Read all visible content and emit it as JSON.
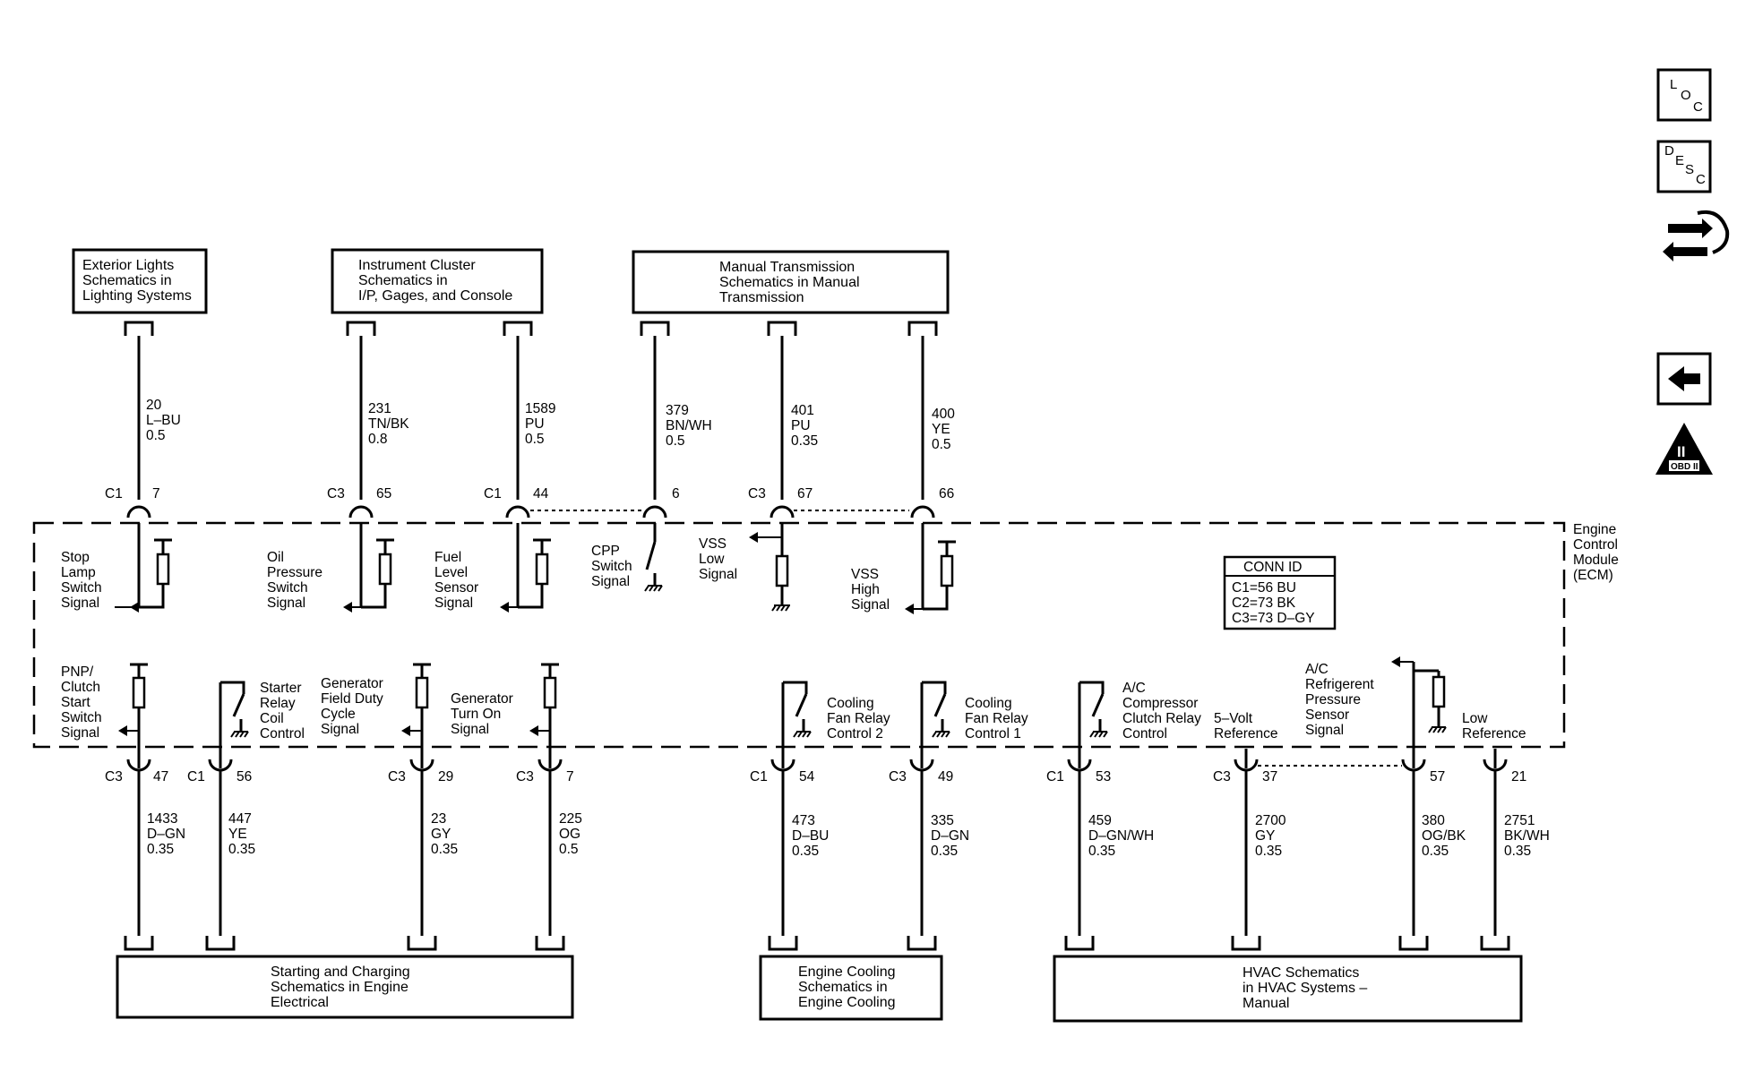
{
  "ext_lights_box": [
    "Exterior Lights",
    "Schematics in",
    "Lighting Systems"
  ],
  "instr_box": [
    "Instrument Cluster",
    "Schematics in",
    "I/P, Gages, and Console"
  ],
  "trans_box": [
    "Manual Transmission",
    "Schematics in Manual",
    "Transmission"
  ],
  "start_box": [
    "Starting and Charging",
    "Schematics in Engine",
    "Electrical"
  ],
  "cool_box": [
    "Engine Cooling",
    "Schematics in",
    "Engine Cooling"
  ],
  "hvac_box": [
    "HVAC Schematics",
    "in HVAC Systems –",
    "Manual"
  ],
  "ecm_label": [
    "Engine",
    "Control",
    "Module",
    "(ECM)"
  ],
  "conn_id": {
    "title": "CONN ID",
    "lines": [
      "C1=56 BU",
      "C2=73 BK",
      "C3=73 D–GY"
    ]
  },
  "top_wires": [
    {
      "conn": "C1",
      "pin": "7",
      "circuit": "20",
      "color": "L–BU",
      "gauge": "0.5"
    },
    {
      "conn": "C3",
      "pin": "65",
      "circuit": "231",
      "color": "TN/BK",
      "gauge": "0.8"
    },
    {
      "conn": "C1",
      "pin": "44",
      "circuit": "1589",
      "color": "PU",
      "gauge": "0.5"
    },
    {
      "conn": "",
      "pin": "6",
      "circuit": "379",
      "color": "BN/WH",
      "gauge": "0.5"
    },
    {
      "conn": "C3",
      "pin": "67",
      "circuit": "401",
      "color": "PU",
      "gauge": "0.35"
    },
    {
      "conn": "",
      "pin": "66",
      "circuit": "400",
      "color": "YE",
      "gauge": "0.5"
    }
  ],
  "top_signals": [
    [
      "Stop",
      "Lamp",
      "Switch",
      "Signal"
    ],
    [
      "Oil",
      "Pressure",
      "Switch",
      "Signal"
    ],
    [
      "Fuel",
      "Level",
      "Sensor",
      "Signal"
    ],
    [
      "CPP",
      "Switch",
      "Signal"
    ],
    [
      "VSS",
      "Low",
      "Signal"
    ],
    [
      "VSS",
      "High",
      "Signal"
    ]
  ],
  "bottom_wires": [
    {
      "conn": "C3",
      "pin": "47",
      "circuit": "1433",
      "color": "D–GN",
      "gauge": "0.35"
    },
    {
      "conn": "C1",
      "pin": "56",
      "circuit": "447",
      "color": "YE",
      "gauge": "0.35"
    },
    {
      "conn": "C3",
      "pin": "29",
      "circuit": "23",
      "color": "GY",
      "gauge": "0.35"
    },
    {
      "conn": "C3",
      "pin": "7",
      "circuit": "225",
      "color": "OG",
      "gauge": "0.5"
    },
    {
      "conn": "C1",
      "pin": "54",
      "circuit": "473",
      "color": "D–BU",
      "gauge": "0.35"
    },
    {
      "conn": "C3",
      "pin": "49",
      "circuit": "335",
      "color": "D–GN",
      "gauge": "0.35"
    },
    {
      "conn": "C1",
      "pin": "53",
      "circuit": "459",
      "color": "D–GN/WH",
      "gauge": "0.35"
    },
    {
      "conn": "C3",
      "pin": "37",
      "circuit": "2700",
      "color": "GY",
      "gauge": "0.35"
    },
    {
      "conn": "",
      "pin": "57",
      "circuit": "380",
      "color": "OG/BK",
      "gauge": "0.35"
    },
    {
      "conn": "",
      "pin": "21",
      "circuit": "2751",
      "color": "BK/WH",
      "gauge": "0.35"
    }
  ],
  "bottom_signals": [
    [
      "PNP/",
      "Clutch",
      "Start",
      "Switch",
      "Signal"
    ],
    [
      "Starter",
      "Relay",
      "Coil",
      "Control"
    ],
    [
      "Generator",
      "Field Duty",
      "Cycle",
      "Signal"
    ],
    [
      "Generator",
      "Turn On",
      "Signal"
    ],
    [
      "Cooling",
      "Fan Relay",
      "Control 2"
    ],
    [
      "Cooling",
      "Fan Relay",
      "Control 1"
    ],
    [
      "A/C",
      "Compressor",
      "Clutch Relay",
      "Control"
    ],
    [
      "5–Volt",
      "Reference"
    ],
    [
      "A/C",
      "Refrigerent",
      "Pressure",
      "Sensor",
      "Signal"
    ],
    [
      "Low",
      "Reference"
    ]
  ],
  "nav": {
    "loc": [
      "L",
      "O",
      "C"
    ],
    "desc": [
      "D",
      "E",
      "S",
      "C"
    ],
    "obd": "OBD II",
    "obd_numeral": "II",
    "icons": [
      "connector-icon",
      "back-arrow-icon",
      "obd-ii-icon"
    ]
  }
}
